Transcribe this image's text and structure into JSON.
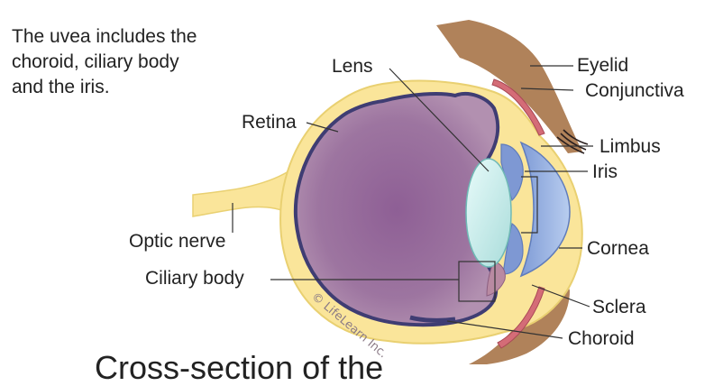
{
  "caption": {
    "lines": [
      "The uvea includes the",
      "choroid, ciliary body",
      "and the iris."
    ]
  },
  "labels": {
    "lens": "Lens",
    "retina": "Retina",
    "optic_nerve": "Optic nerve",
    "ciliary_body": "Ciliary body",
    "eyelid": "Eyelid",
    "conjunctiva": "Conjunctiva",
    "limbus": "Limbus",
    "iris": "Iris",
    "cornea": "Cornea",
    "sclera": "Sclera",
    "choroid": "Choroid"
  },
  "watermark": "© LifeLearn Inc.",
  "cropped_title": "Cross-section of the",
  "colors": {
    "sclera": "#fae59a",
    "sclera_outline": "#e9d071",
    "vitreous": "#9a6e9c",
    "retina_line": "#3f3d73",
    "lens": "#ccefee",
    "iris": "#7e98d3",
    "cornea": "#a9c1e6",
    "eyelid": "#b0825a",
    "conjunctiva": "#d46c77"
  }
}
